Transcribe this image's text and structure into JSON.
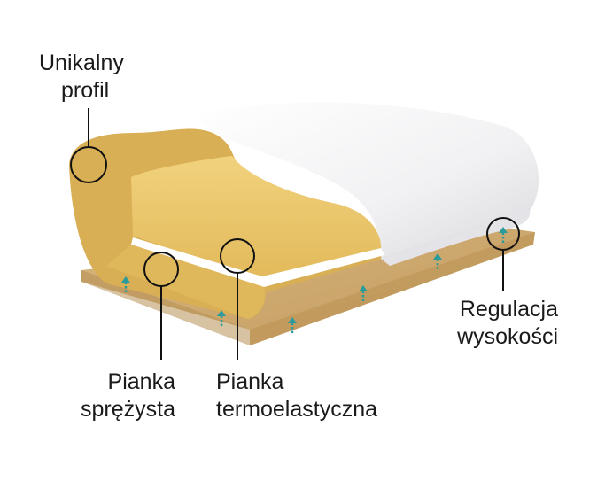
{
  "labels": {
    "profile": {
      "line1": "Unikalny",
      "line2": "profil"
    },
    "elastic_foam": {
      "line1": "Pianka",
      "line2": "sprężysta"
    },
    "thermo_foam": {
      "line1": "Pianka",
      "line2": "termoelastyczna"
    },
    "height_adjust": {
      "line1": "Regulacja",
      "line2": "wysokości"
    }
  },
  "colors": {
    "base_board": "#c9a46a",
    "foam_yellow": "#e9c56c",
    "foam_dark": "#d7ac51",
    "cover_white": "#f4f4f6",
    "arrow": "#2a9a9a",
    "callout": "#111111"
  },
  "icons": {
    "arrow": "arrow-up-icon"
  }
}
